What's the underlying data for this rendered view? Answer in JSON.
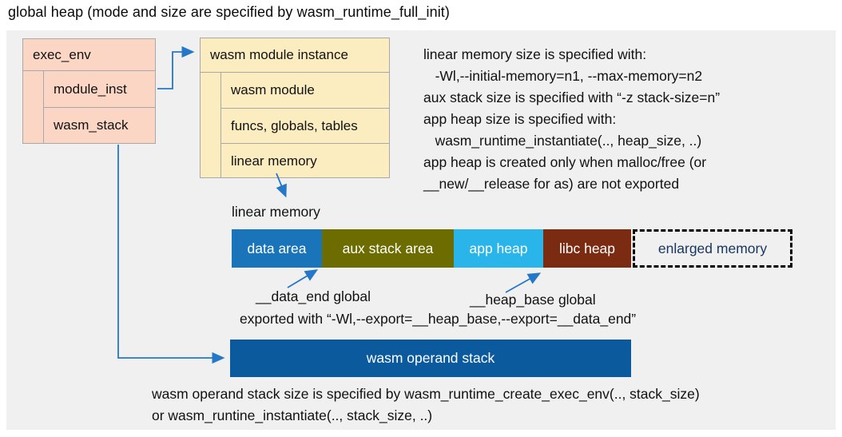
{
  "title": "global heap (mode and size are specified by wasm_runtime_full_init)",
  "exec_env": {
    "header": "exec_env",
    "rows": [
      "module_inst",
      "wasm_stack"
    ]
  },
  "module_instance": {
    "header": "wasm module instance",
    "rows": [
      "wasm module",
      "funcs, globals, tables",
      "linear memory"
    ]
  },
  "notes": {
    "lines": [
      "linear memory size is specified with:",
      "   -Wl,--initial-memory=n1, --max-memory=n2",
      "aux stack size is specified with “-z stack-size=n”",
      "app heap size is specified with:",
      "   wasm_runtime_instantiate(.., heap_size, ..)",
      "app heap is created only when malloc/free (or",
      "__new/__release for as) are not exported"
    ]
  },
  "linear_memory": {
    "label": "linear memory",
    "segments": [
      {
        "label": "data area",
        "color": "#1a74ba"
      },
      {
        "label": "aux stack area",
        "color": "#6c6c00"
      },
      {
        "label": "app heap",
        "color": "#29b5ea"
      },
      {
        "label": "libc heap",
        "color": "#7b2b11"
      },
      {
        "label": "enlarged memory",
        "color": "dashed-outline",
        "text_color": "#16355f"
      }
    ]
  },
  "globals": {
    "data_end": "__data_end global",
    "heap_base": "__heap_base global",
    "exported": "exported with “-Wl,--export=__heap_base,--export=__data_end”"
  },
  "operand_stack": {
    "label": "wasm operand stack",
    "note_lines": [
      "wasm operand stack size is specified by wasm_runtime_create_exec_env(.., stack_size)",
      "or wasm_runtine_instantiate(.., stack_size, ..)"
    ]
  },
  "colors": {
    "panel_bg": "#f0f0f1",
    "struct_box_pink": "#fbd6c4",
    "struct_box_cream": "#fcedc0",
    "box_border": "#a8a8a8",
    "operand_stack_bar": "#0b5a9e",
    "arrow_blue": "#2577c8",
    "enlarged_memory_text": "#16355f"
  }
}
